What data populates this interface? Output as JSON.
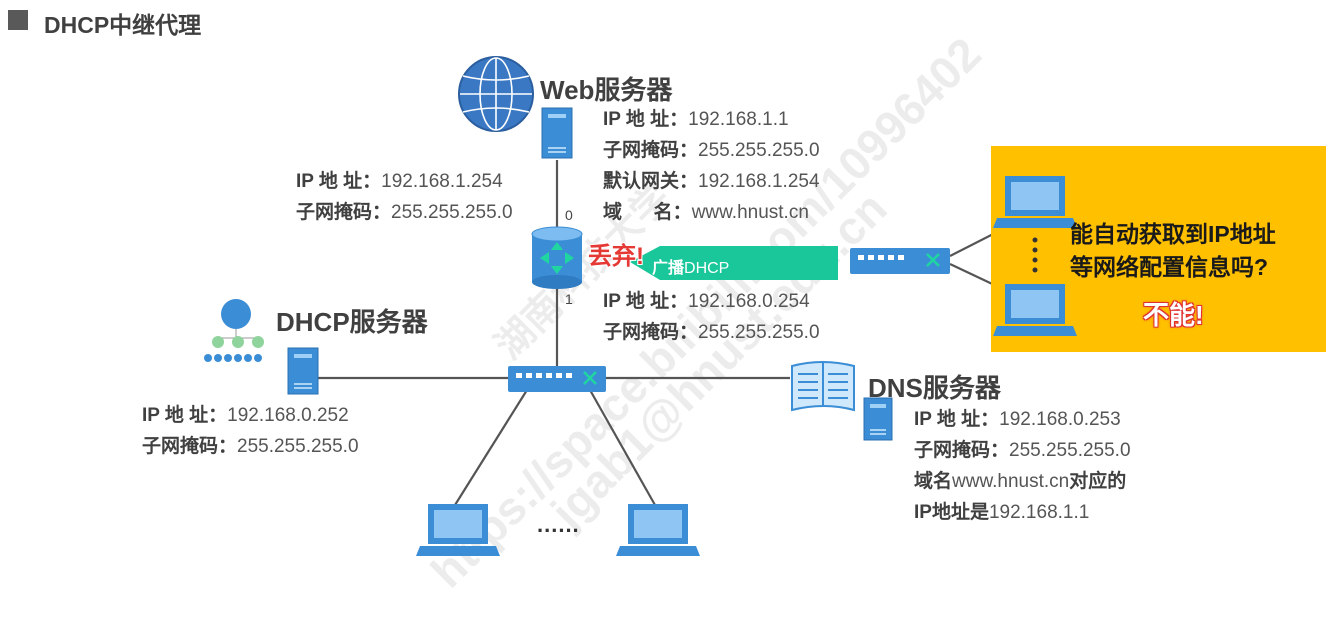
{
  "title": "DHCP中继代理",
  "web_server": {
    "name": "Web服务器",
    "ip_label": "IP 地  址：",
    "ip": "192.168.1.1",
    "mask_label": "子网掩码：",
    "mask": "255.255.255.0",
    "gw_label": "默认网关：",
    "gw": "192.168.1.254",
    "domain_label": "域      名：",
    "domain": "www.hnust.cn"
  },
  "router": {
    "port0": "0",
    "port1": "1",
    "if0_ip_label": "IP 地  址：",
    "if0_ip": "192.168.1.254",
    "if0_mask_label": "子网掩码：",
    "if0_mask": "255.255.255.0",
    "if1_ip_label": "IP 地  址：",
    "if1_ip": "192.168.0.254",
    "if1_mask_label": "子网掩码：",
    "if1_mask": "255.255.255.0"
  },
  "dhcp_server": {
    "name": "DHCP服务器",
    "ip_label": "IP 地  址：",
    "ip": "192.168.0.252",
    "mask_label": "子网掩码：",
    "mask": "255.255.255.0"
  },
  "dns_server": {
    "name": "DNS服务器",
    "ip_label": "IP 地  址：",
    "ip": "192.168.0.253",
    "mask_label": "子网掩码：",
    "mask": "255.255.255.0",
    "note_prefix": "域名",
    "note_domain": "www.hnust.cn",
    "note_suffix": "对应的",
    "note2_prefix": "IP地址是",
    "note2_ip": "192.168.1.1"
  },
  "broadcast": {
    "bold": "广播",
    "text": "DHCP"
  },
  "discard": "丢弃!",
  "callout": {
    "line1": "能自动获取到IP地址",
    "line2": "等网络配置信息吗?",
    "answer": "不能!"
  },
  "ellipsis": "......",
  "colors": {
    "accent_green": "#19c79a",
    "callout_bg": "#ffc000",
    "discard_red": "#e53935",
    "device_blue": "#3b8ed6"
  },
  "watermark": {
    "url": "https://space.bilibili.com/10996402",
    "email": "jgab1@hnust.edu.cn",
    "school": "湖南科技大学"
  }
}
